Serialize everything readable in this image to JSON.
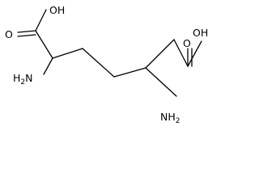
{
  "molecule": {
    "labels": {
      "hydroxyl_left": "OH",
      "carbonyl_oxygen_left": "O",
      "amine_left_prefix": "H",
      "amine_left_subscript": "2",
      "amine_left_suffix": "N",
      "hydroxyl_right": "OH",
      "carbonyl_oxygen_right": "O",
      "amine_right_prefix": "NH",
      "amine_right_subscript": "2"
    },
    "colors": {
      "bond": "#000000",
      "label": "#000000",
      "background": "#ffffff"
    }
  }
}
